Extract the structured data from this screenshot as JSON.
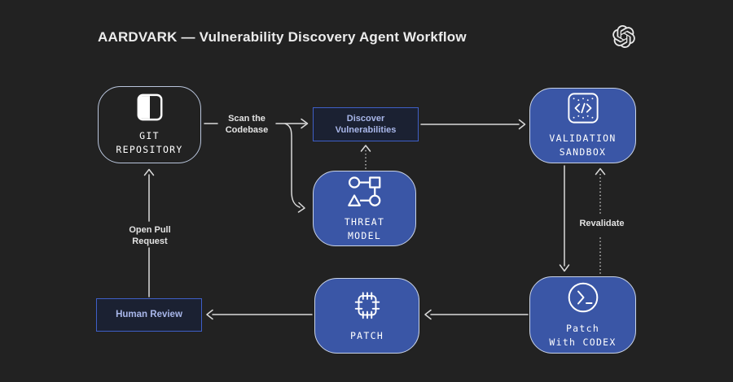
{
  "title": "AARDVARK — Vulnerability Discovery Agent Workflow",
  "brand": {
    "logo": "openai-logo"
  },
  "colors": {
    "background": "#222222",
    "node_fill_blue": "#3a56a6",
    "node_border_light": "#c9d3e6",
    "outline_node_border": "#b9c5dc",
    "accent_box_border": "#3f5fc7",
    "accent_box_fill": "#1b2132",
    "accent_text": "#a9b7ea",
    "connector": "#d9d9d9"
  },
  "nodes": {
    "git_repository": {
      "line1": "GIT",
      "line2": "REPOSITORY",
      "icon": "repository-icon"
    },
    "discover_vulnerabilities": {
      "line1": "Discover",
      "line2": "Vulnerabilities"
    },
    "threat_model": {
      "line1": "THREAT",
      "line2": "MODEL",
      "icon": "threat-model-icon"
    },
    "validation_sandbox": {
      "line1": "VALIDATION",
      "line2": "SANDBOX",
      "icon": "code-sandbox-icon"
    },
    "patch_with_codex": {
      "line1": "Patch",
      "line2": "With CODEX",
      "icon": "terminal-icon"
    },
    "patch": {
      "line1": "PATCH",
      "icon": "patch-chip-icon"
    },
    "human_review": {
      "line1": "Human Review"
    }
  },
  "edge_labels": {
    "scan_the_codebase": {
      "line1": "Scan the",
      "line2": "Codebase"
    },
    "open_pull_request": {
      "line1": "Open Pull",
      "line2": "Request"
    },
    "revalidate": {
      "line1": "Revalidate"
    }
  }
}
